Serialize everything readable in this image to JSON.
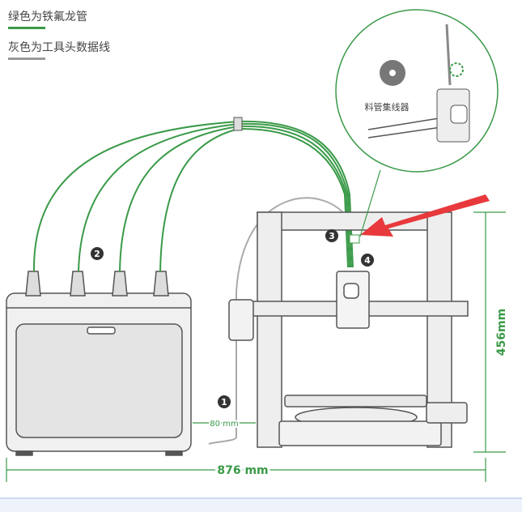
{
  "legend": [
    {
      "label": "绿色为铁氟龙管",
      "color": "#3a9a48"
    },
    {
      "label": "灰色为工具头数据线",
      "color": "#999999"
    }
  ],
  "callout": {
    "hub_label": "料管集线器"
  },
  "markers": [
    "1",
    "2",
    "3",
    "4"
  ],
  "dimensions": {
    "gap": "80 mm",
    "width": "876 mm",
    "height": "456mm"
  },
  "colors": {
    "green": "#3a9a48",
    "red_arrow": "#e8393c",
    "frame": "#e6e6e6",
    "outline": "#555555"
  }
}
